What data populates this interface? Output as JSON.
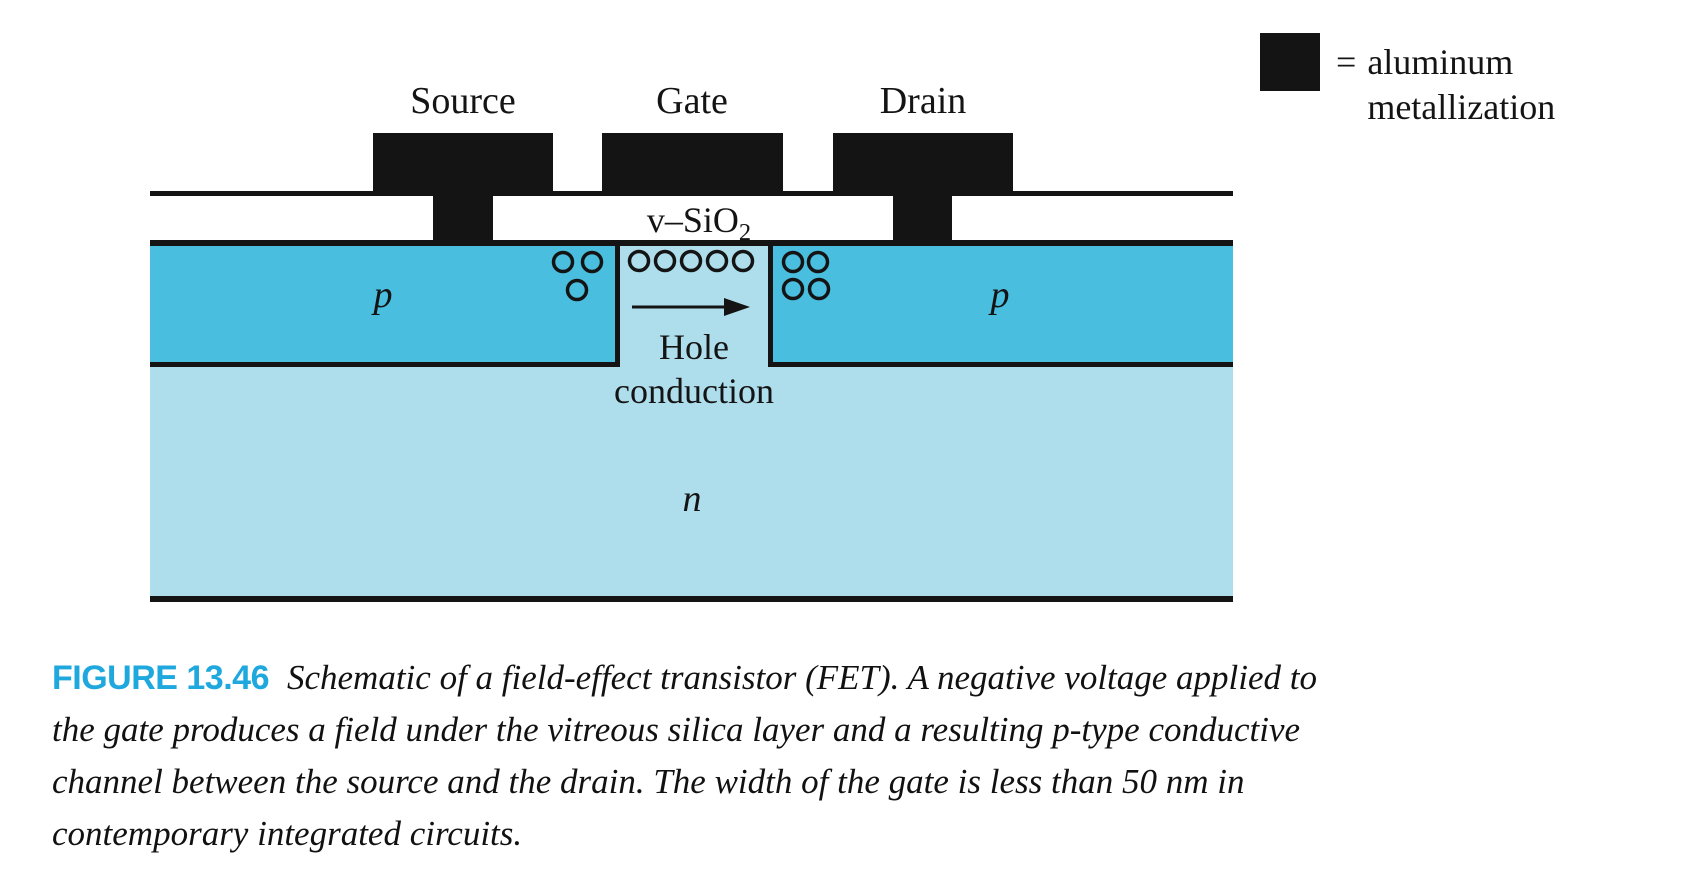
{
  "figure": {
    "region_labels": {
      "source": "Source",
      "gate": "Gate",
      "drain": "Drain",
      "oxide_base": "v–SiO",
      "oxide_subscript": "2",
      "p_left": "p",
      "p_right": "p",
      "n": "n",
      "hole_word": "Hole",
      "conduction_word": "conduction"
    },
    "icons": {
      "hole_icon": "small black ring (hole carrier)",
      "hole_conduction_arrow": "right-pointing arrow"
    },
    "colors": {
      "metal_black": "#141414",
      "p_region_blue": "#4ABEDF",
      "n_region_blue": "#AEDEEC",
      "figure_label_cyan": "#1EA8DE"
    }
  },
  "legend": {
    "equals_sign": "=",
    "term_line1": "aluminum",
    "term_line2": "metallization"
  },
  "caption": {
    "label": "FIGURE 13.46",
    "lines": [
      "Schematic of a field-effect transistor (FET). A negative voltage applied to",
      "the gate produces a field under the vitreous silica layer and a resulting p-type conductive",
      "channel between the source and the drain. The width of the gate is less than 50 nm in",
      "contemporary integrated circuits."
    ]
  }
}
